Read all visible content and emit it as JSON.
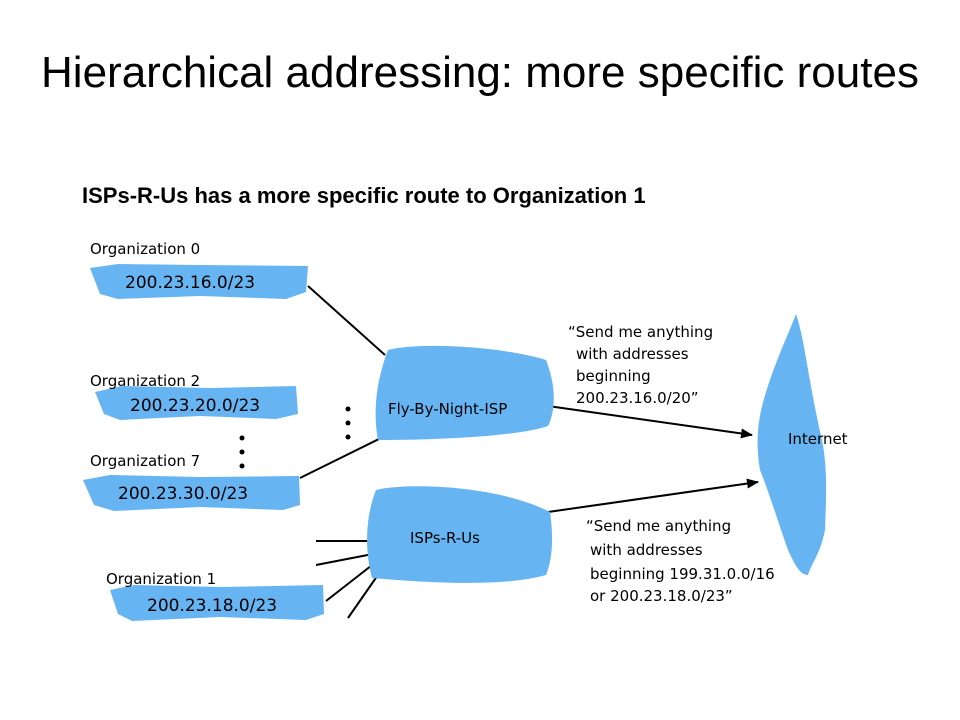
{
  "title": "Hierarchical addressing: more specific routes",
  "subtitle": "ISPs-R-Us has a more specific route to Organization 1",
  "organizations": [
    {
      "name": "Organization 0",
      "prefix": "200.23.16.0/23"
    },
    {
      "name": "Organization 2",
      "prefix": "200.23.20.0/23"
    },
    {
      "name": "Organization 7",
      "prefix": "200.23.30.0/23"
    },
    {
      "name": "Organization 1",
      "prefix": "200.23.18.0/23"
    }
  ],
  "isps": {
    "fly_by_night": "Fly-By-Night-ISP",
    "isps_r_us": "ISPs-R-Us"
  },
  "internet": "Internet",
  "announcements": {
    "fly_by_night": [
      "“Send me anything",
      "with addresses",
      "beginning",
      "200.23.16.0/20”"
    ],
    "isps_r_us": [
      "“Send me anything",
      "with addresses",
      "beginning 199.31.0.0/16",
      "or 200.23.18.0/23”"
    ]
  },
  "colors": {
    "cloud": "#66b5f2",
    "line": "#000000"
  }
}
